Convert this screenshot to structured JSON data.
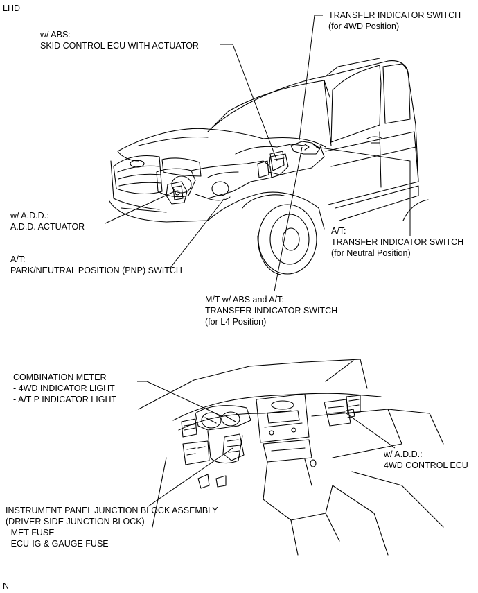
{
  "corner_top": "LHD",
  "corner_bottom": "N",
  "callouts": {
    "skid_ecu": [
      "w/ ABS:",
      "SKID CONTROL ECU WITH ACTUATOR"
    ],
    "transfer_4wd": [
      "TRANSFER INDICATOR SWITCH",
      "(for 4WD Position)"
    ],
    "add_actuator": [
      "w/ A.D.D.:",
      "A.D.D. ACTUATOR"
    ],
    "pnp_switch": [
      "A/T:",
      "PARK/NEUTRAL POSITION (PNP) SWITCH"
    ],
    "transfer_neutral": [
      "A/T:",
      "TRANSFER INDICATOR SWITCH",
      "(for Neutral Position)"
    ],
    "transfer_l4": [
      "M/T w/ ABS and A/T:",
      "TRANSFER INDICATOR SWITCH",
      "(for L4 Position)"
    ],
    "combination_meter": [
      "COMBINATION METER",
      "- 4WD INDICATOR LIGHT",
      "- A/T P INDICATOR LIGHT"
    ],
    "control_ecu": [
      "w/ A.D.D.:",
      "4WD CONTROL ECU"
    ],
    "junction_block": [
      "INSTRUMENT PANEL JUNCTION BLOCK ASSEMBLY",
      "(DRIVER SIDE JUNCTION BLOCK)",
      "- MET FUSE",
      "- ECU-IG & GAUGE FUSE"
    ]
  }
}
